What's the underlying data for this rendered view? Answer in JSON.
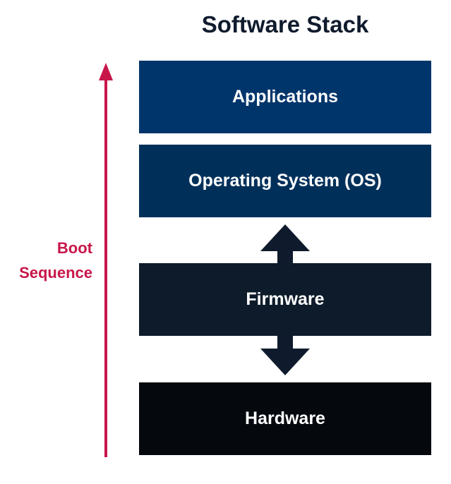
{
  "title": "Software Stack",
  "layers": [
    {
      "label": "Applications",
      "color": "#00356b"
    },
    {
      "label": "Operating System (OS)",
      "color": "#00305a"
    },
    {
      "label": "Firmware",
      "color": "#0d1b2a"
    },
    {
      "label": "Hardware",
      "color": "#05090e"
    }
  ],
  "boot_sequence": {
    "line1": "Boot",
    "line2": "Sequence",
    "color": "#c8164a"
  },
  "connector_color": "#0f1b2d"
}
